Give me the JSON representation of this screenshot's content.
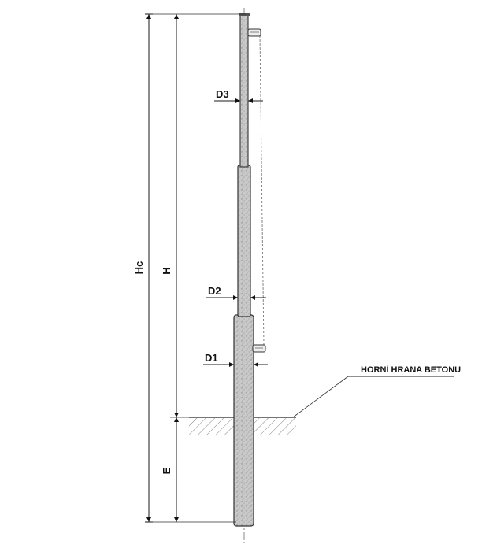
{
  "labels": {
    "hc": "Hc",
    "h": "H",
    "e": "E",
    "d1": "D1",
    "d2": "D2",
    "d3": "D3",
    "concrete_edge": "HORNÍ HRANA BETONU"
  }
}
